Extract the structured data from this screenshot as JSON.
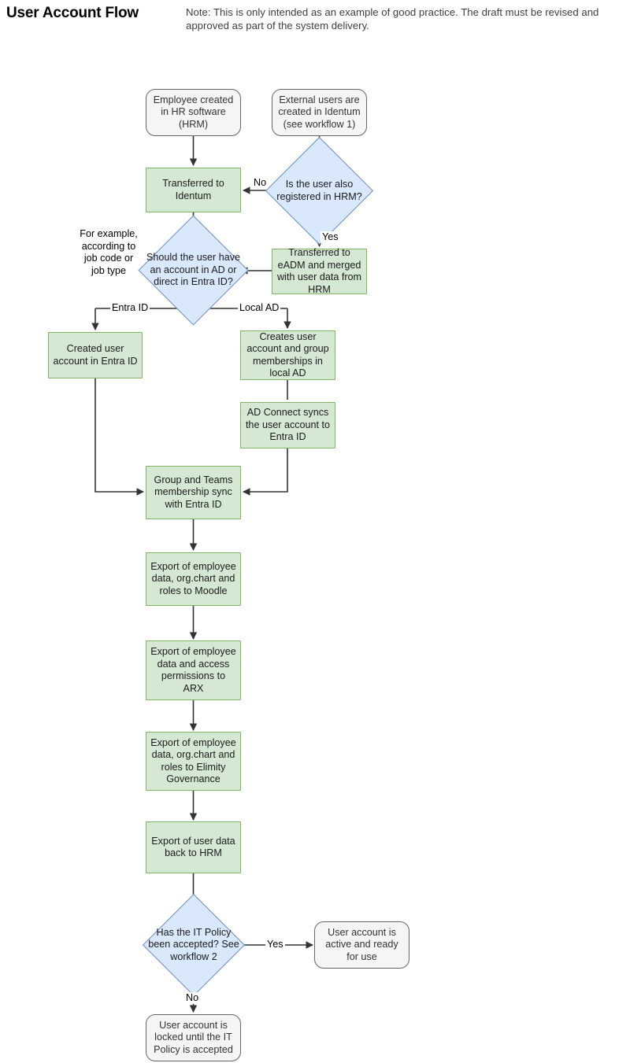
{
  "header": {
    "title": "User Account Flow",
    "note": "Note: This is only intended as an example of good practice. The draft must be revised and approved as part of the system delivery."
  },
  "colors": {
    "terminal_fill": "#f5f5f5",
    "terminal_stroke": "#666666",
    "process_fill": "#d5e8d4",
    "process_stroke": "#82b366",
    "decision_fill": "#dae8fc",
    "decision_stroke": "#6c8ebf",
    "edge_stroke": "#333333",
    "background": "#ffffff"
  },
  "chart_data": {
    "type": "diagram",
    "title": "User Account Flow",
    "nodes": [
      {
        "id": "hr_created",
        "shape": "rounded",
        "label": "Employee created in HR software (HRM)"
      },
      {
        "id": "external_users",
        "shape": "rounded",
        "label": "External users are created in Identum (see workflow 1)"
      },
      {
        "id": "transferred",
        "shape": "process",
        "label": "Transferred to Identum"
      },
      {
        "id": "also_hrm",
        "shape": "decision",
        "label": "Is the user also registered in HRM?"
      },
      {
        "id": "should_account",
        "shape": "decision",
        "label": "Should the user have an account in AD or direct in Entra ID?"
      },
      {
        "id": "eadm_merge",
        "shape": "process",
        "label": "Transferred to eADM and merged with user data from HRM"
      },
      {
        "id": "entra_created",
        "shape": "process",
        "label": "Created user account in Entra ID"
      },
      {
        "id": "local_ad",
        "shape": "process",
        "label": "Creates user account and group memberships in local AD"
      },
      {
        "id": "ad_connect",
        "shape": "process",
        "label": "AD Connect syncs the user account to Entra ID"
      },
      {
        "id": "group_teams",
        "shape": "process",
        "label": "Group and Teams membership sync with Entra ID"
      },
      {
        "id": "moodle",
        "shape": "process",
        "label": "Export of employee data, org.chart and roles to Moodle"
      },
      {
        "id": "arx",
        "shape": "process",
        "label": "Export of employee data and access permissions to ARX"
      },
      {
        "id": "elimity",
        "shape": "process",
        "label": "Export of employee data, org.chart and roles to Elimity Governance"
      },
      {
        "id": "back_hrm",
        "shape": "process",
        "label": "Export of user data back to HRM"
      },
      {
        "id": "it_policy",
        "shape": "decision",
        "label": "Has the IT Policy been accepted? See workflow 2"
      },
      {
        "id": "active",
        "shape": "rounded",
        "label": "User account is active and ready for use"
      },
      {
        "id": "locked",
        "shape": "rounded",
        "label": "User account is locked until the IT Policy is accepted"
      }
    ],
    "edges": [
      {
        "from": "hr_created",
        "to": "transferred",
        "label": ""
      },
      {
        "from": "external_users",
        "to": "also_hrm",
        "label": ""
      },
      {
        "from": "also_hrm",
        "to": "transferred",
        "label": "No"
      },
      {
        "from": "also_hrm",
        "to": "eadm_merge",
        "label": "Yes"
      },
      {
        "from": "eadm_merge",
        "to": "should_account",
        "label": ""
      },
      {
        "from": "transferred",
        "to": "should_account",
        "label": ""
      },
      {
        "from": "should_account",
        "to": "entra_created",
        "label": "Entra ID"
      },
      {
        "from": "should_account",
        "to": "local_ad",
        "label": "Local AD"
      },
      {
        "from": "local_ad",
        "to": "ad_connect",
        "label": ""
      },
      {
        "from": "entra_created",
        "to": "group_teams",
        "label": ""
      },
      {
        "from": "ad_connect",
        "to": "group_teams",
        "label": ""
      },
      {
        "from": "group_teams",
        "to": "moodle",
        "label": ""
      },
      {
        "from": "moodle",
        "to": "arx",
        "label": ""
      },
      {
        "from": "arx",
        "to": "elimity",
        "label": ""
      },
      {
        "from": "elimity",
        "to": "back_hrm",
        "label": ""
      },
      {
        "from": "back_hrm",
        "to": "it_policy",
        "label": ""
      },
      {
        "from": "it_policy",
        "to": "active",
        "label": "Yes"
      },
      {
        "from": "it_policy",
        "to": "locked",
        "label": "No"
      }
    ],
    "annotations": [
      {
        "id": "job_note",
        "text": "For example, according to job code or job type"
      }
    ]
  },
  "edge_labels": {
    "no_top": "No",
    "yes_top": "Yes",
    "entra_id": "Entra ID",
    "local_ad": "Local AD",
    "yes_policy": "Yes",
    "no_policy": "No"
  },
  "annotation": {
    "job_note": "For example, according to job code or job type"
  },
  "nodes": {
    "hr_created": "Employee created in HR software (HRM)",
    "external_users": "External users are created in Identum (see workflow 1)",
    "transferred": "Transferred to Identum",
    "also_hrm": "Is the user also registered in HRM?",
    "should_account": "Should the user have an account in AD or direct in Entra ID?",
    "eadm_merge": "Transferred to eADM and merged with user data from HRM",
    "entra_created": "Created user account in Entra ID",
    "local_ad": "Creates user account and group memberships in local AD",
    "ad_connect": "AD Connect syncs the user account to Entra ID",
    "group_teams": "Group and Teams membership sync with Entra ID",
    "moodle": "Export of employee data, org.chart and roles to Moodle",
    "arx": "Export of employee data and access permissions to ARX",
    "elimity": "Export of employee data, org.chart and roles to Elimity Governance",
    "back_hrm": "Export of user data back to HRM",
    "it_policy": "Has the IT Policy been accepted? See workflow 2",
    "active": "User account is active and ready for use",
    "locked": "User account is locked until the IT Policy is accepted"
  }
}
